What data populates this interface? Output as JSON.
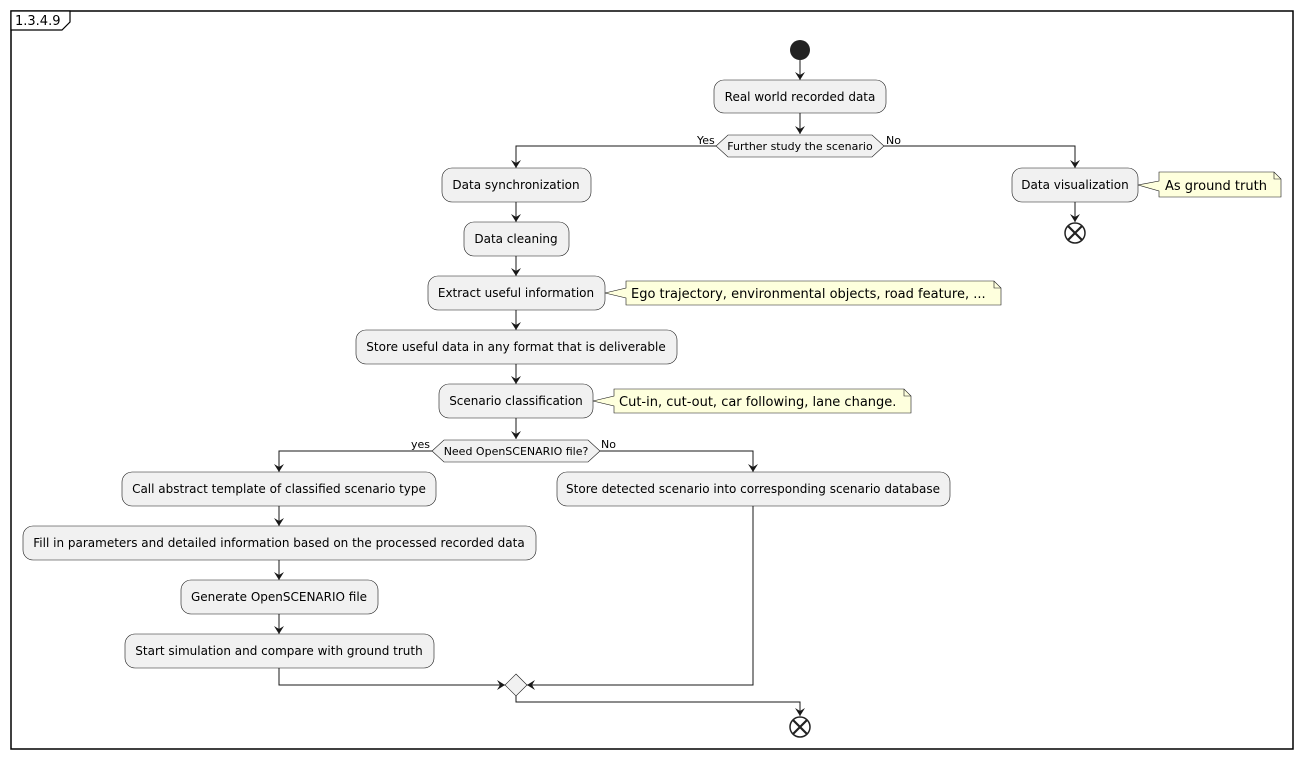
{
  "frame": {
    "title": "1.3.4.9"
  },
  "nodes": {
    "real_world": "Real world recorded data",
    "decision_further": "Further study the scenario",
    "data_sync": "Data synchronization",
    "data_cleaning": "Data cleaning",
    "extract_info": "Extract useful information",
    "store_useful": "Store useful data in any format that is deliverable",
    "scenario_class": "Scenario classification",
    "decision_openscenario": "Need OpenSCENARIO file?",
    "call_template": "Call abstract template of classified scenario type",
    "fill_params": "Fill in parameters and detailed information based on the processed recorded data",
    "generate_file": "Generate OpenSCENARIO file",
    "start_sim": "Start simulation and compare with ground truth",
    "store_detected": "Store detected scenario into corresponding scenario database",
    "data_vis": "Data visualization"
  },
  "edges": {
    "yes1": "Yes",
    "no1": "No",
    "yes2": "yes",
    "no2": "No"
  },
  "notes": {
    "ego": "Ego trajectory, environmental objects, road feature, ...",
    "cutin": "Cut-in, cut-out, car following, lane change.",
    "ground_truth": "As ground truth"
  }
}
